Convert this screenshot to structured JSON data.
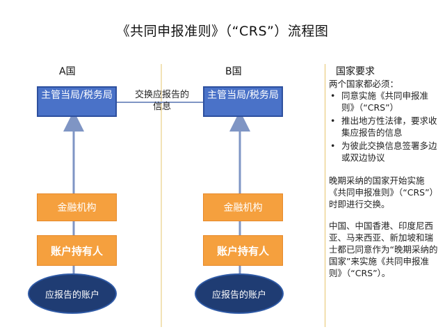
{
  "title": "《共同申报准则》（“CRS”）流程图",
  "country_a": {
    "label": "A国",
    "authority": "主管当局/税务局",
    "institution": "金融机构",
    "holder": "账户持有人",
    "account": "应报告的账户"
  },
  "country_b": {
    "label": "B国",
    "authority": "主管当局/税务局",
    "institution": "金融机构",
    "holder": "账户持有人",
    "account": "应报告的账户"
  },
  "exchange_label": "交换应报告的信息",
  "requirements": {
    "heading": "国家要求",
    "intro": "两个国家都必须：",
    "bullet": "•",
    "items": [
      "同意实施《共同申报准则》（“CRS”）",
      "推出地方性法律，要求收集应报告的信息",
      "为彼此交换信息签署多边或双边协议"
    ],
    "late_adopters": "晚期采纳的国家开始实施《共同申报准则》（“CRS”）时即进行交换。",
    "countries": "中国、中国香港、印度尼西亚、马来西亚、新加坡和瑞士都已同意作为“晚期采纳的国家”来实施《共同申报准则》（“CRS”）。"
  },
  "colors": {
    "authority_box": "#4a72c8",
    "institution_box": "#f5a03e",
    "account_ellipse": "#1f3c73",
    "arrow": "#7f95c4",
    "divider": "#e6c46c"
  }
}
